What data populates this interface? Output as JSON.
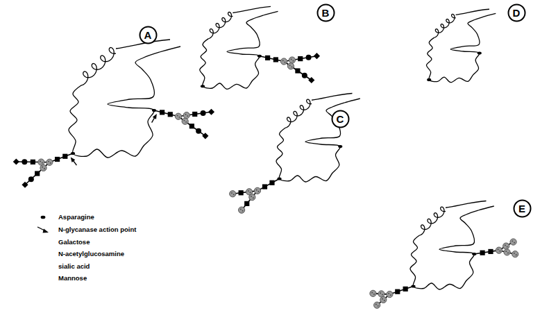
{
  "diagram": {
    "nodes": [
      {
        "text": [
          "A"
        ]
      },
      {
        "text": [
          "B"
        ]
      },
      {
        "text": [
          "D"
        ]
      },
      {
        "text": [
          "C"
        ]
      },
      {
        "text": [
          "E"
        ]
      }
    ],
    "legend": [
      {
        "text": "Asparagine"
      },
      {
        "text": "N-glycanase action point"
      },
      {
        "text": "Galactose"
      },
      {
        "text": "N-acetylglucosamine"
      },
      {
        "text": "sialic acid"
      },
      {
        "text": "Mannose"
      }
    ]
  }
}
